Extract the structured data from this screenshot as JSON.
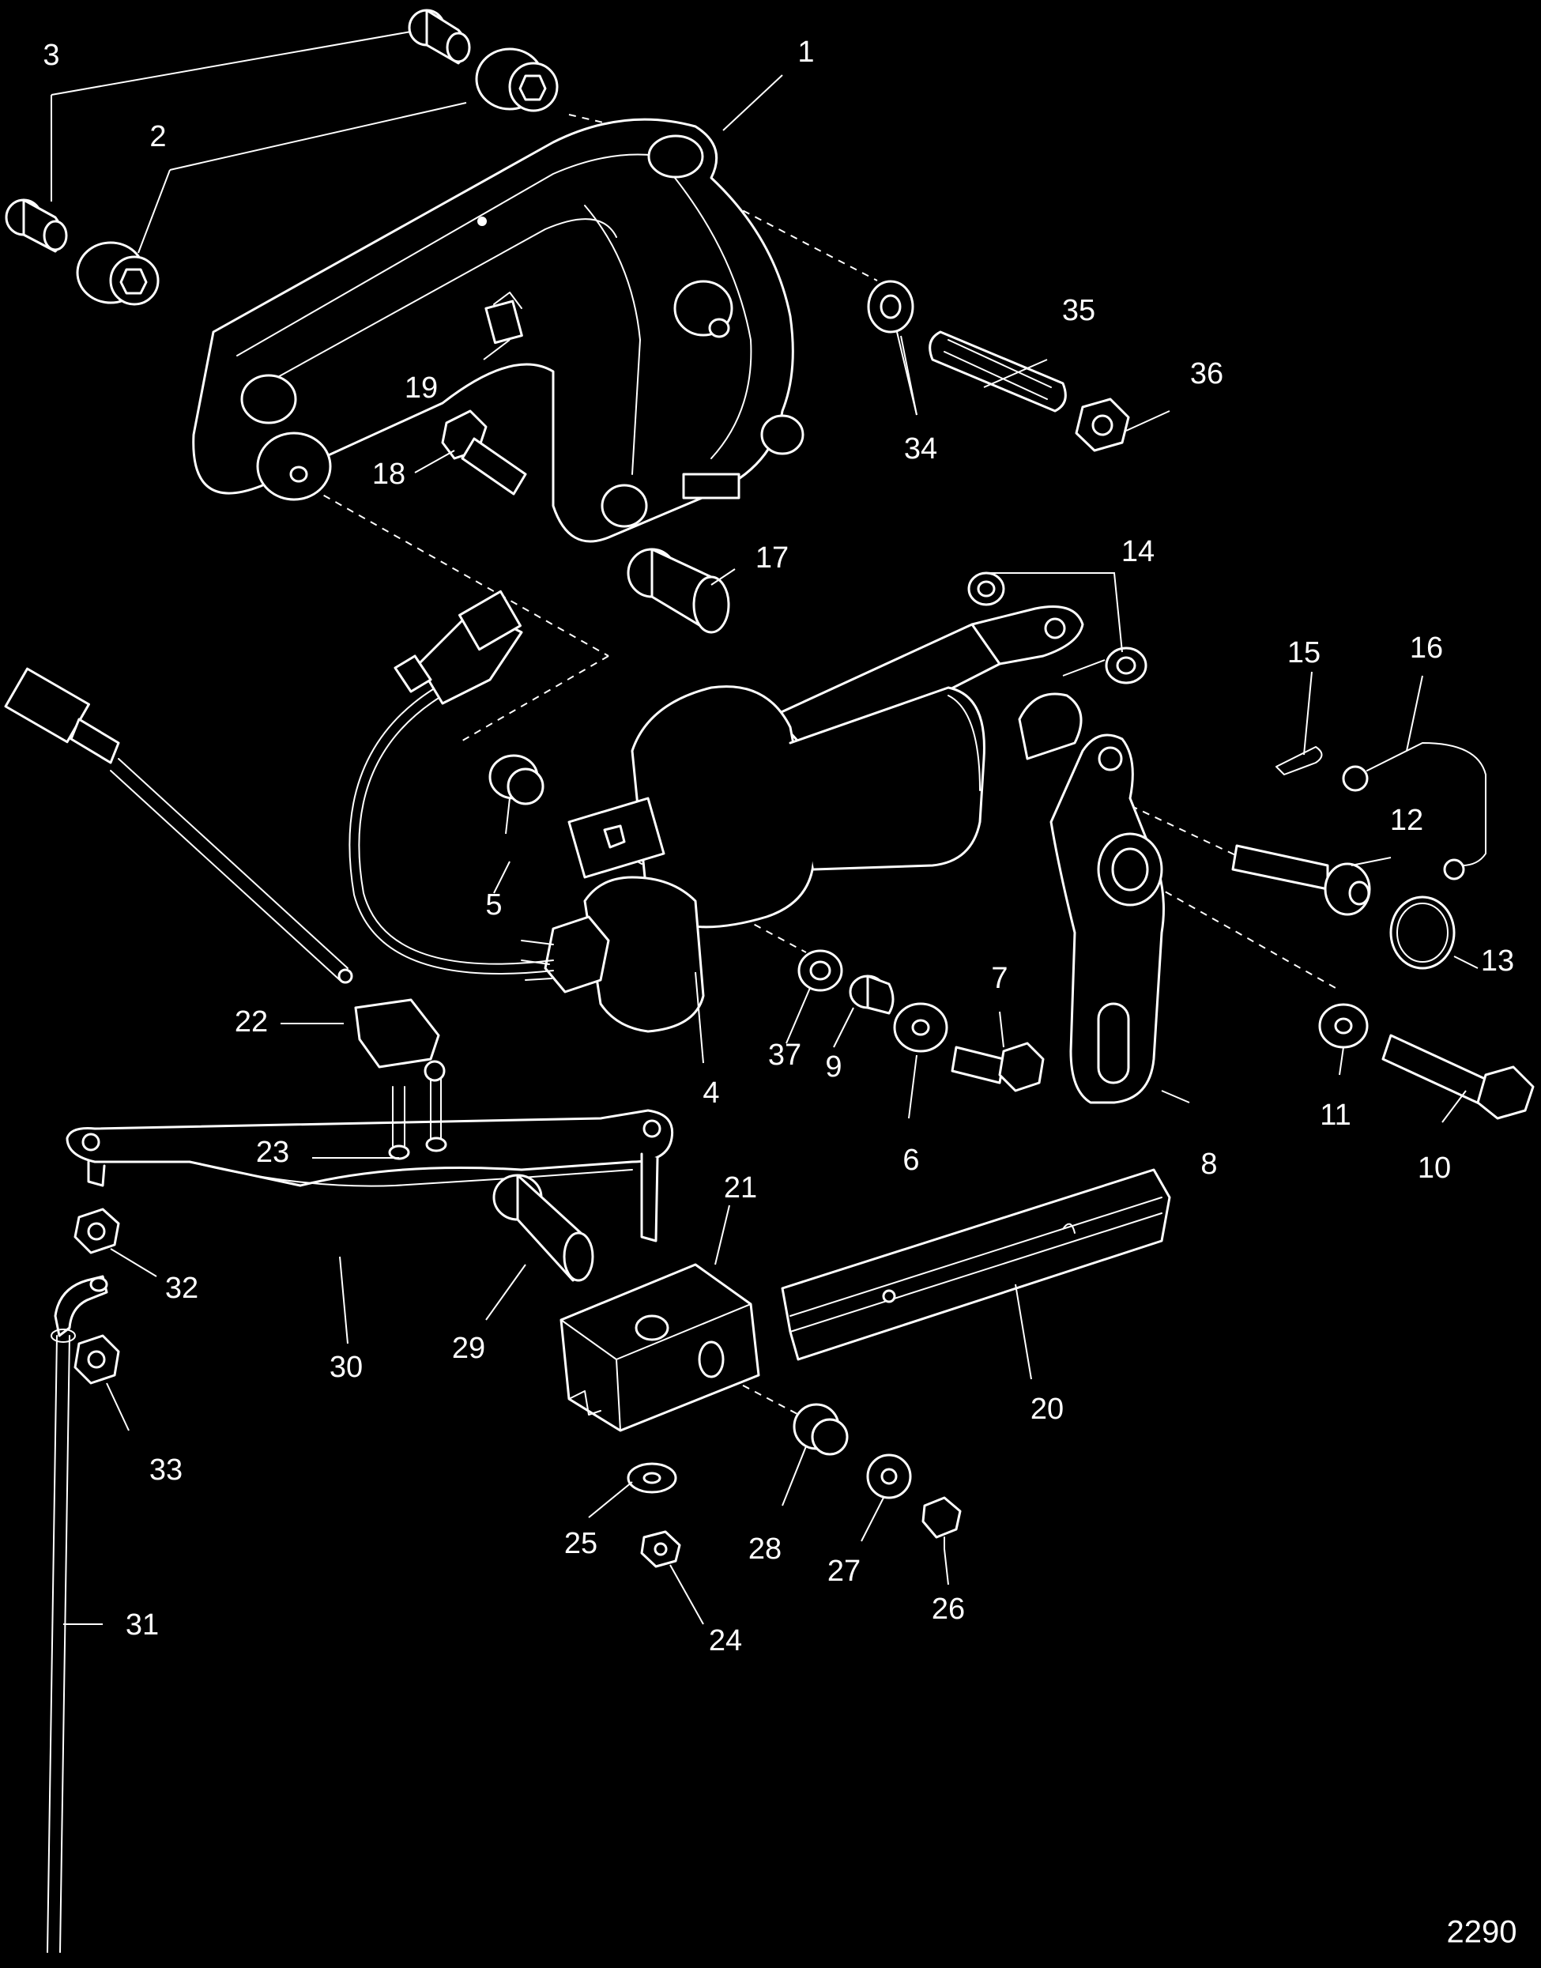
{
  "diagram": {
    "background": "#000000",
    "line_color": "#ffffff",
    "reference_number": "2290",
    "callouts": [
      "1",
      "2",
      "3",
      "4",
      "5",
      "6",
      "7",
      "8",
      "9",
      "10",
      "11",
      "12",
      "13",
      "14",
      "15",
      "16",
      "17",
      "18",
      "19",
      "20",
      "21",
      "22",
      "23",
      "24",
      "25",
      "26",
      "27",
      "28",
      "29",
      "30",
      "31",
      "32",
      "33",
      "34",
      "35",
      "36",
      "37"
    ],
    "parts": [
      {
        "callout": "1",
        "icon": "mounting-bracket-icon"
      },
      {
        "callout": "2",
        "icon": "grommet-icon"
      },
      {
        "callout": "3",
        "icon": "bushing-icon"
      },
      {
        "callout": "4",
        "icon": "shift-actuator-icon"
      },
      {
        "callout": "5",
        "icon": "bushing-icon"
      },
      {
        "callout": "6",
        "icon": "washer-icon"
      },
      {
        "callout": "7",
        "icon": "bolt-icon"
      },
      {
        "callout": "8",
        "icon": "shift-lever-icon"
      },
      {
        "callout": "9",
        "icon": "spacer-icon"
      },
      {
        "callout": "10",
        "icon": "bolt-icon"
      },
      {
        "callout": "11",
        "icon": "washer-icon"
      },
      {
        "callout": "12",
        "icon": "pin-icon"
      },
      {
        "callout": "13",
        "icon": "retaining-ring-icon"
      },
      {
        "callout": "14",
        "icon": "bushing-icon"
      },
      {
        "callout": "15",
        "icon": "clip-icon"
      },
      {
        "callout": "16",
        "icon": "ground-wire-icon"
      },
      {
        "callout": "17",
        "icon": "bushing-icon"
      },
      {
        "callout": "18",
        "icon": "screw-icon"
      },
      {
        "callout": "19",
        "icon": "clip-icon"
      },
      {
        "callout": "20",
        "icon": "slide-rail-icon"
      },
      {
        "callout": "21",
        "icon": "slide-block-icon"
      },
      {
        "callout": "22",
        "icon": "switch-harness-icon"
      },
      {
        "callout": "23",
        "icon": "screw-icon"
      },
      {
        "callout": "24",
        "icon": "nut-icon"
      },
      {
        "callout": "25",
        "icon": "washer-icon"
      },
      {
        "callout": "26",
        "icon": "screw-icon"
      },
      {
        "callout": "27",
        "icon": "washer-icon"
      },
      {
        "callout": "28",
        "icon": "bushing-icon"
      },
      {
        "callout": "29",
        "icon": "bushing-icon"
      },
      {
        "callout": "30",
        "icon": "link-arm-icon"
      },
      {
        "callout": "31",
        "icon": "shift-rod-icon"
      },
      {
        "callout": "32",
        "icon": "nut-icon"
      },
      {
        "callout": "33",
        "icon": "nut-icon"
      },
      {
        "callout": "34",
        "icon": "washer-icon"
      },
      {
        "callout": "35",
        "icon": "stud-icon"
      },
      {
        "callout": "36",
        "icon": "nut-icon"
      },
      {
        "callout": "37",
        "icon": "washer-icon"
      }
    ]
  }
}
